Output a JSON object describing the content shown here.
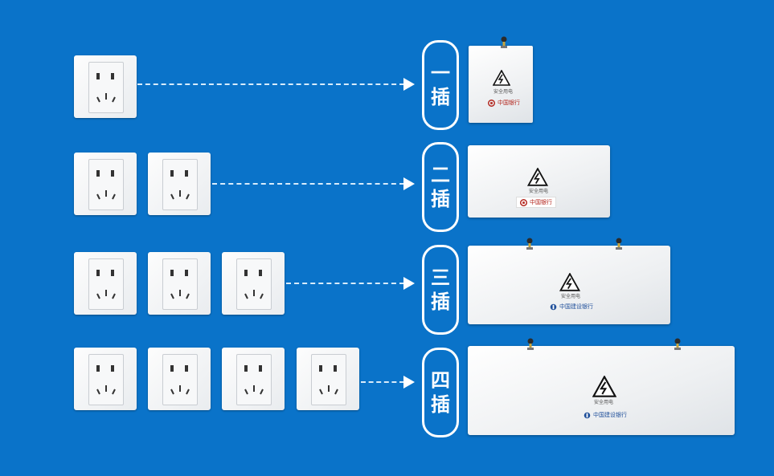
{
  "rows": [
    {
      "label_top": "一",
      "label_bottom": "插",
      "socket_count": 1
    },
    {
      "label_top": "二",
      "label_bottom": "插",
      "socket_count": 2
    },
    {
      "label_top": "三",
      "label_bottom": "插",
      "socket_count": 3
    },
    {
      "label_top": "四",
      "label_bottom": "插",
      "socket_count": 4
    }
  ],
  "boxes": [
    {
      "warning_text": "安全用电",
      "bank_text": "中国银行",
      "key_count": 1
    },
    {
      "warning_text": "安全用电",
      "bank_text": "中国银行",
      "key_count": 0
    },
    {
      "warning_text": "安全用电",
      "bank_text": "中国建设银行",
      "key_count": 2
    },
    {
      "warning_text": "安全用电",
      "bank_text": "中国建设银行",
      "key_count": 2
    }
  ],
  "colors": {
    "background": "#0a73c9",
    "accent": "#ffffff",
    "boc_red": "#b3261e",
    "ccb_blue": "#1f4f9a"
  },
  "icons": [
    "wall-socket-icon",
    "lightning-warning-icon",
    "key-icon",
    "bank-logo-icon",
    "arrow-right-icon"
  ]
}
